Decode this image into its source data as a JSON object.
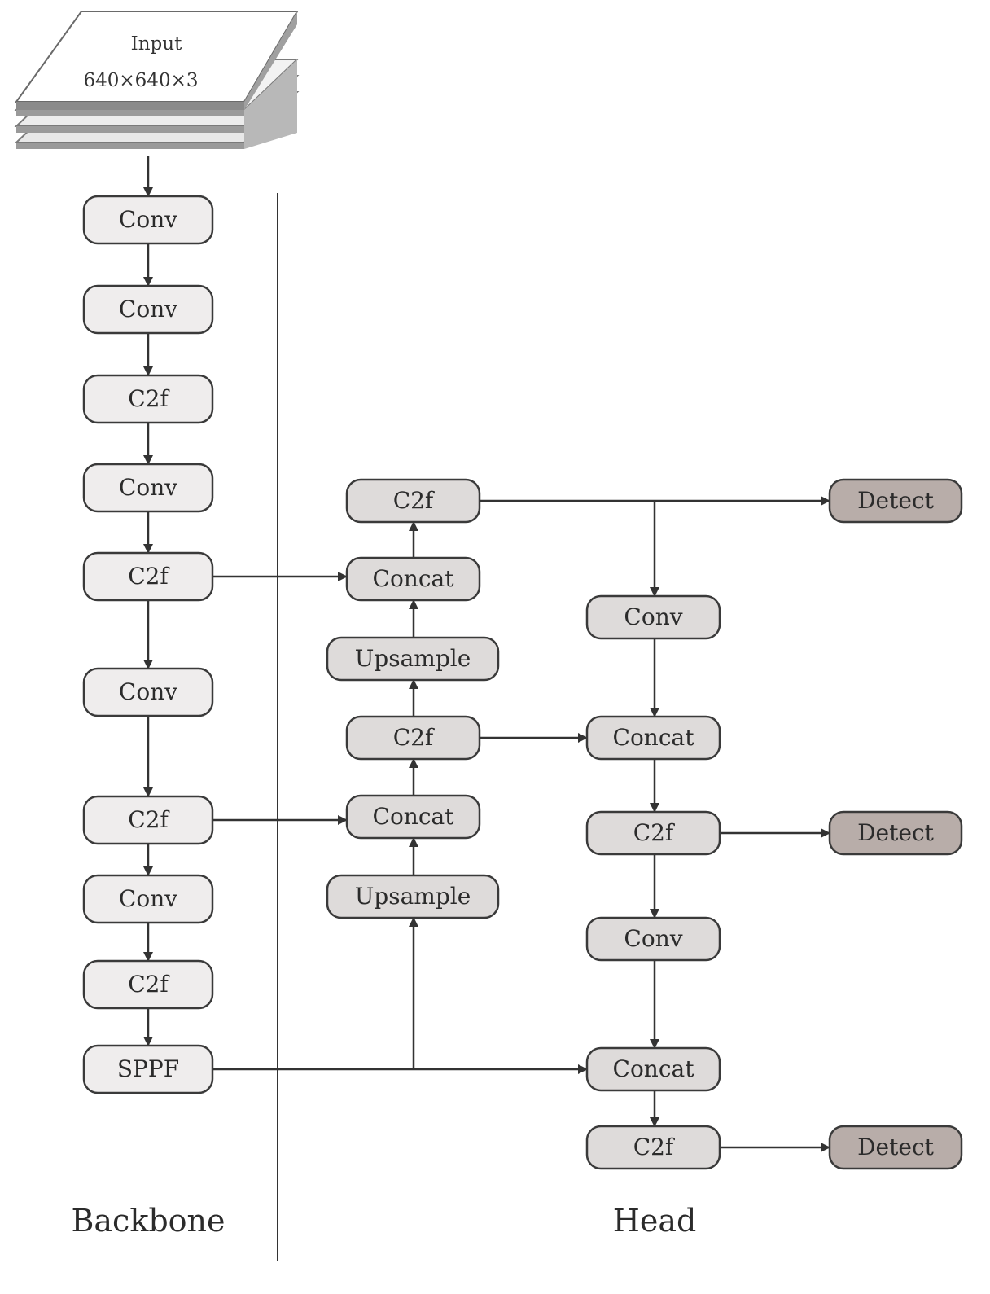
{
  "input": {
    "label": "Input",
    "dims": "640×640×3"
  },
  "sections": {
    "backbone": "Backbone",
    "head": "Head"
  },
  "colors": {
    "backbone_fill": "#efeded",
    "head_fill": "#dedbda",
    "detect_fill": "#b8ada9",
    "stroke": "#3a3a3a",
    "arrow": "#333333"
  },
  "backbone": [
    {
      "id": "b1",
      "label": "Conv"
    },
    {
      "id": "b2",
      "label": "Conv"
    },
    {
      "id": "b3",
      "label": "C2f"
    },
    {
      "id": "b4",
      "label": "Conv"
    },
    {
      "id": "b5",
      "label": "C2f"
    },
    {
      "id": "b6",
      "label": "Conv"
    },
    {
      "id": "b7",
      "label": "C2f"
    },
    {
      "id": "b8",
      "label": "Conv"
    },
    {
      "id": "b9",
      "label": "C2f"
    },
    {
      "id": "b10",
      "label": "SPPF"
    }
  ],
  "head_mid": [
    {
      "id": "m1",
      "label": "C2f"
    },
    {
      "id": "m2",
      "label": "Concat"
    },
    {
      "id": "m3",
      "label": "Upsample"
    },
    {
      "id": "m4",
      "label": "C2f"
    },
    {
      "id": "m5",
      "label": "Concat"
    },
    {
      "id": "m6",
      "label": "Upsample"
    }
  ],
  "head_right": [
    {
      "id": "r1",
      "label": "Conv"
    },
    {
      "id": "r2",
      "label": "Concat"
    },
    {
      "id": "r3",
      "label": "C2f"
    },
    {
      "id": "r4",
      "label": "Conv"
    },
    {
      "id": "r5",
      "label": "Concat"
    },
    {
      "id": "r6",
      "label": "C2f"
    }
  ],
  "detect": [
    {
      "id": "d1",
      "label": "Detect"
    },
    {
      "id": "d2",
      "label": "Detect"
    },
    {
      "id": "d3",
      "label": "Detect"
    }
  ]
}
